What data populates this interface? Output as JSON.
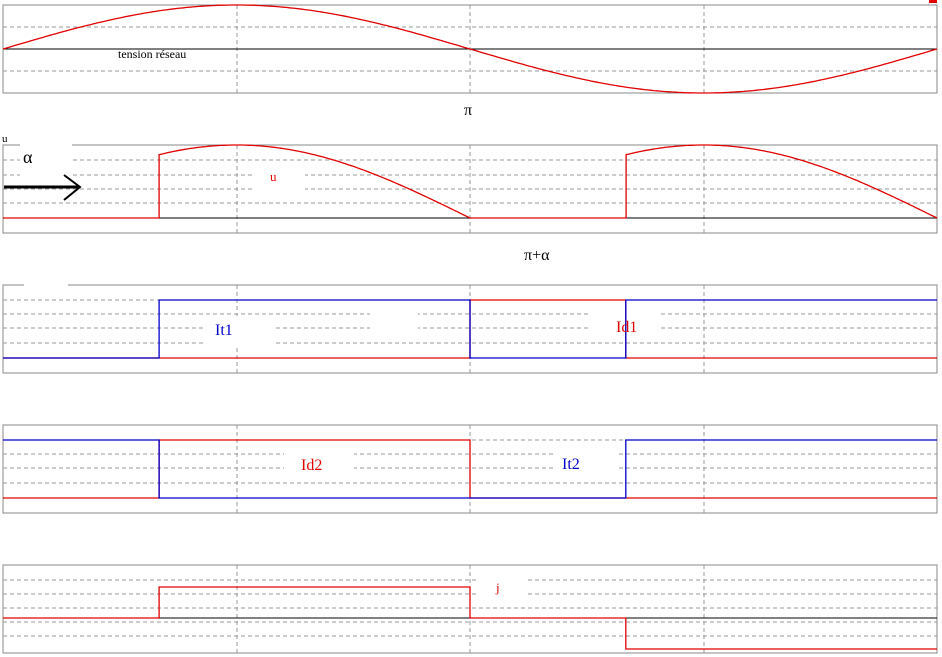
{
  "labels": {
    "tension": "tension réseau",
    "pi": "π",
    "pi_alpha": "π+α",
    "u_axis": "u",
    "alpha": "α",
    "u": "u",
    "it1": "It1",
    "id1": "Id1",
    "id2": "Id2",
    "it2": "It2",
    "j": "j"
  },
  "colors": {
    "red": "#e00000",
    "blue": "#0000cc",
    "black": "#000000",
    "grid": "#999999",
    "frame": "#888888"
  },
  "chart_data": {
    "type": "line",
    "x_unit": "angle (rad)",
    "x_range": [
      0,
      6.2832
    ],
    "firing_angle_alpha": 1.05,
    "plots": [
      {
        "label": "tension réseau",
        "points": [
          [
            0,
            0
          ],
          [
            1.571,
            1
          ],
          [
            3.1416,
            0
          ],
          [
            4.712,
            -1
          ],
          [
            6.2832,
            0
          ]
        ]
      },
      {
        "label": "u",
        "points": [
          [
            0,
            0
          ],
          [
            1.05,
            0
          ],
          [
            1.05,
            0.87
          ],
          [
            1.571,
            1
          ],
          [
            3.1416,
            0
          ],
          [
            4.19,
            0
          ],
          [
            4.19,
            0.87
          ],
          [
            4.712,
            1
          ],
          [
            6.2832,
            0
          ]
        ]
      },
      {
        "label": "It1 / Id1",
        "series": [
          {
            "name": "It1",
            "points": [
              [
                0,
                0
              ],
              [
                1.05,
                0
              ],
              [
                1.05,
                1
              ],
              [
                3.1416,
                1
              ],
              [
                3.1416,
                0
              ],
              [
                4.19,
                0
              ],
              [
                4.19,
                1
              ],
              [
                6.2832,
                1
              ]
            ]
          },
          {
            "name": "Id1",
            "points": [
              [
                0,
                0
              ],
              [
                1.05,
                0
              ],
              [
                3.1416,
                0
              ],
              [
                3.1416,
                1
              ],
              [
                4.19,
                1
              ],
              [
                4.19,
                0
              ],
              [
                6.2832,
                0
              ]
            ]
          }
        ]
      },
      {
        "label": "Id2 / It2",
        "series": [
          {
            "name": "Id2",
            "points": [
              [
                0,
                0
              ],
              [
                1.05,
                0
              ],
              [
                1.05,
                1
              ],
              [
                3.1416,
                1
              ],
              [
                3.1416,
                0
              ],
              [
                6.2832,
                0
              ]
            ]
          },
          {
            "name": "It2",
            "points": [
              [
                0,
                1
              ],
              [
                1.05,
                1
              ],
              [
                1.05,
                0
              ],
              [
                4.19,
                0
              ],
              [
                4.19,
                1
              ],
              [
                6.2832,
                1
              ]
            ]
          }
        ]
      },
      {
        "label": "j",
        "points": [
          [
            0,
            0
          ],
          [
            1.05,
            0
          ],
          [
            1.05,
            1
          ],
          [
            3.1416,
            1
          ],
          [
            3.1416,
            0
          ],
          [
            4.19,
            0
          ],
          [
            4.19,
            -1
          ],
          [
            6.2832,
            -1
          ]
        ]
      }
    ]
  }
}
